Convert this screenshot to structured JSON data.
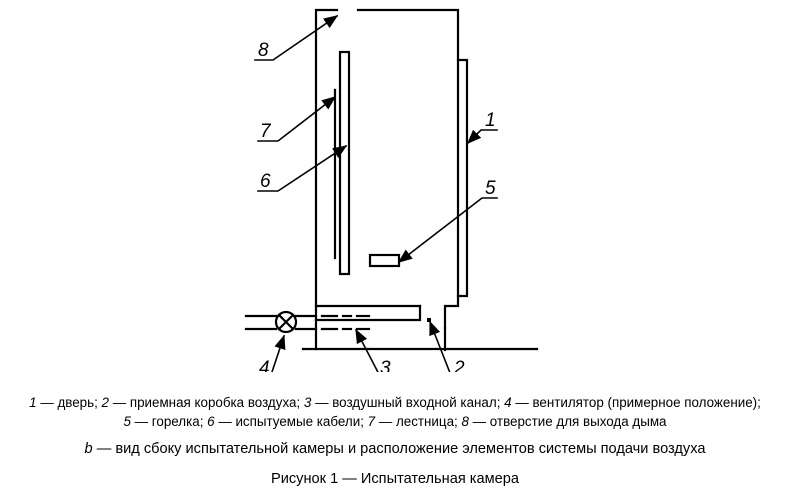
{
  "labels": {
    "n1": "1",
    "n2": "2",
    "n3": "3",
    "n4": "4",
    "n5": "5",
    "n6": "6",
    "n7": "7",
    "n8": "8"
  },
  "legend": {
    "items": [
      {
        "num": "1",
        "text": "дверь"
      },
      {
        "num": "2",
        "text": "приемная коробка воздуха"
      },
      {
        "num": "3",
        "text": "воздушный входной канал"
      },
      {
        "num": "4",
        "text": "вентилятор (примерное положение)"
      },
      {
        "num": "5",
        "text": "горелка"
      },
      {
        "num": "6",
        "text": "испытуемые кабели"
      },
      {
        "num": "7",
        "text": "лестница"
      },
      {
        "num": "8",
        "text": "отверстие для выхода дыма"
      }
    ]
  },
  "subcaption": {
    "letter": "b",
    "text": "вид сбоку испытательной камеры и расположение элементов системы подачи воздуха"
  },
  "figure_title": "Рисунок 1 — Испытательная камера"
}
